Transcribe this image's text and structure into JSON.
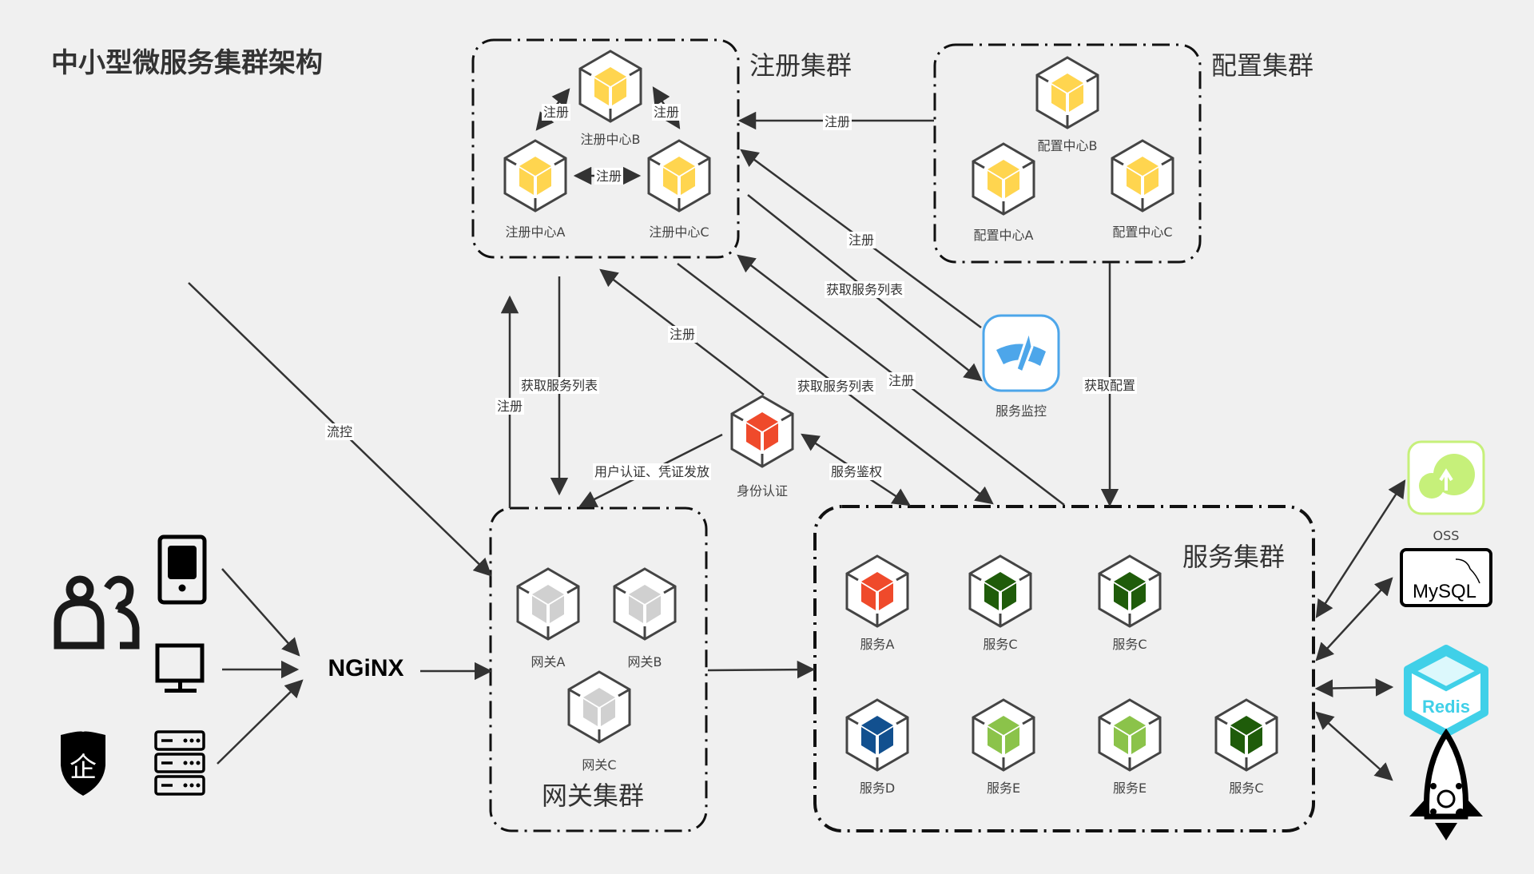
{
  "title": "中小型微服务集群架构",
  "clusters": {
    "registry": {
      "label": "注册集群",
      "nodes": [
        "注册中心B",
        "注册中心A",
        "注册中心C"
      ],
      "inner_edge_label": "注册"
    },
    "config": {
      "label": "配置集群",
      "nodes": [
        "配置中心B",
        "配置中心A",
        "配置中心C"
      ]
    },
    "gateway": {
      "label": "网关集群",
      "nodes": [
        "网关A",
        "网关B",
        "网关C"
      ]
    },
    "service": {
      "label": "服务集群",
      "nodes": [
        "服务A",
        "服务C",
        "服务C",
        "服务D",
        "服务E",
        "服务E",
        "服务C"
      ]
    }
  },
  "standalone": {
    "auth": "身份认证",
    "monitor": "服务监控",
    "nginx": "NGiNX",
    "oss": "OSS",
    "mysql": "MySQL",
    "redis": "Redis"
  },
  "edges": {
    "config_register": "注册",
    "monitor_register": "注册",
    "monitor_fetch": "获取服务列表",
    "service_fetch": "获取服务列表",
    "service_register": "注册",
    "auth_register": "注册",
    "gateway_fetch": "获取服务列表",
    "gateway_register": "注册",
    "get_config": "获取配置",
    "auth_user": "用户认证、凭证发放",
    "auth_service": "服务鉴权",
    "flow_control": "流控"
  },
  "colors": {
    "registry_cube": "#ffd54f",
    "gateway_cube": "#d0d0d0",
    "service_red": "#ef4a2b",
    "service_dark_green": "#1f5c0a",
    "service_light_green": "#8bc34a",
    "service_blue": "#12508f",
    "monitor": "#4da6ea",
    "oss": "#c6f07a",
    "redis": "#40d0e8"
  }
}
